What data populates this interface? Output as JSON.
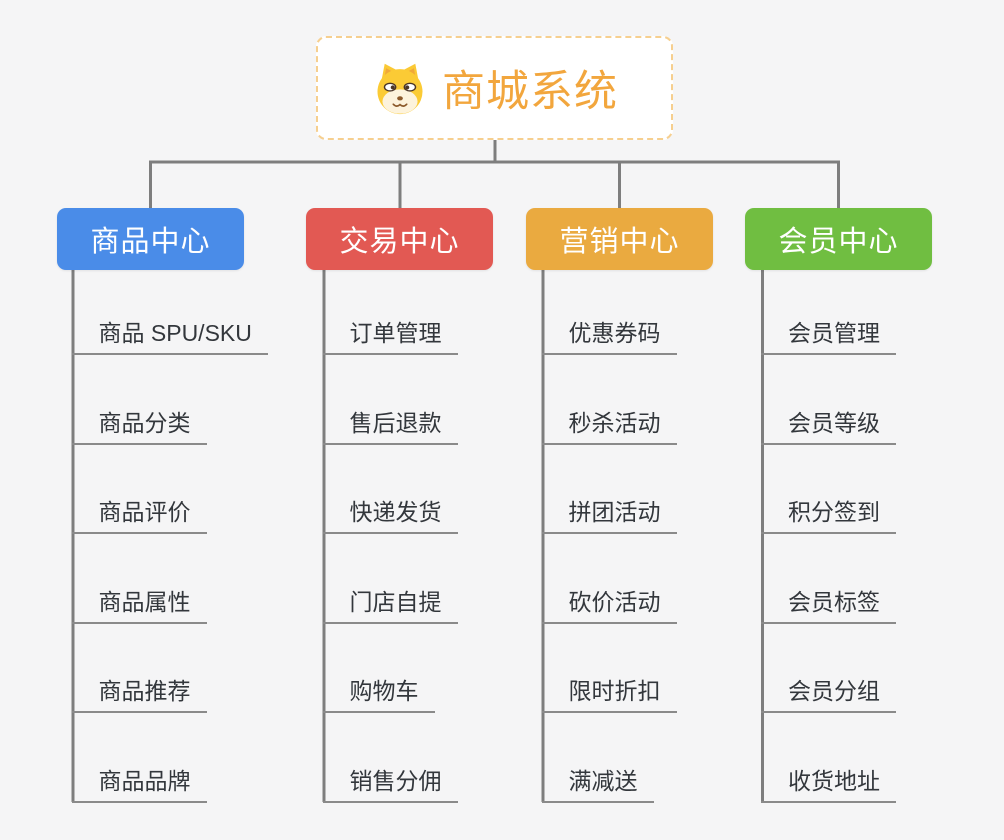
{
  "root": {
    "title": "商城系统",
    "icon": "dog-face-icon",
    "accent_color": "#f2a63d",
    "border_color": "#f6cf8f"
  },
  "canvas": {
    "background_color": "#f5f5f6",
    "connector_color": "#7e7e7e"
  },
  "branches": [
    {
      "label": "商品中心",
      "color": "#4a8ce8",
      "items": [
        "商品 SPU/SKU",
        "商品分类",
        "商品评价",
        "商品属性",
        "商品推荐",
        "商品品牌"
      ]
    },
    {
      "label": "交易中心",
      "color": "#e25953",
      "items": [
        "订单管理",
        "售后退款",
        "快递发货",
        "门店自提",
        "购物车",
        "销售分佣"
      ]
    },
    {
      "label": "营销中心",
      "color": "#eaaa40",
      "items": [
        "优惠券码",
        "秒杀活动",
        "拼团活动",
        "砍价活动",
        "限时折扣",
        "满减送"
      ]
    },
    {
      "label": "会员中心",
      "color": "#70be41",
      "items": [
        "会员管理",
        "会员等级",
        "积分签到",
        "会员标签",
        "会员分组",
        "收货地址"
      ]
    }
  ]
}
